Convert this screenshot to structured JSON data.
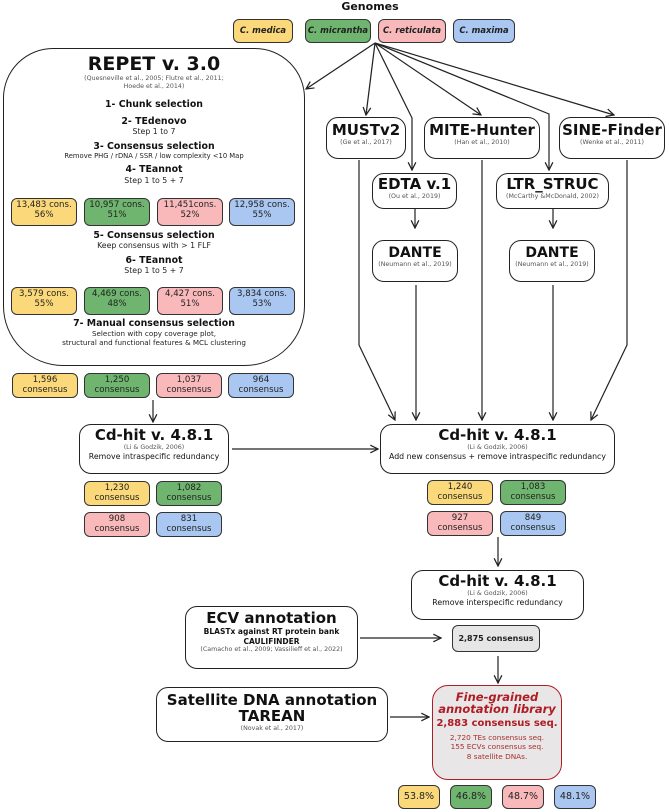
{
  "genomes": {
    "heading": "Genomes",
    "species": [
      "C. medica",
      "C. micrantha",
      "C. reticulata",
      "C. maxima"
    ]
  },
  "colors": {
    "medica": "#fbd97a",
    "micrantha": "#6fb56f",
    "reticulata": "#f9b9bb",
    "maxima": "#a9c7f0",
    "library_accent": "#b01c24"
  },
  "repet": {
    "title": "REPET v. 3.0",
    "citation_line1": "(Quesneville et al., 2005; Flutre et al., 2011;",
    "citation_line2": "Hoede et al., 2014)",
    "steps": [
      {
        "heading": "1- Chunk selection",
        "detail": ""
      },
      {
        "heading": "2- TEdenovo",
        "detail": "Step 1 to 7"
      },
      {
        "heading": "3- Consensus selection",
        "detail": "Remove PHG / rDNA / SSR / low complexity <10 Map"
      },
      {
        "heading": "4- TEannot",
        "detail": "Step 1 to 5 + 7"
      },
      {
        "heading": "5- Consensus selection",
        "detail": "Keep consensus with > 1 FLF"
      },
      {
        "heading": "6- TEannot",
        "detail": "Step 1 to 5 + 7"
      },
      {
        "heading": "7- Manual consensus selection",
        "detail_line1": "Selection with copy coverage plot,",
        "detail_line2": "structural and functional features & MCL clustering"
      }
    ],
    "teannot1": [
      {
        "count": "13,483 cons.",
        "pct": "56%"
      },
      {
        "count": "10,957 cons.",
        "pct": "51%"
      },
      {
        "count": "11,451cons.",
        "pct": "52%"
      },
      {
        "count": "12,958 cons.",
        "pct": "55%"
      }
    ],
    "teannot2": [
      {
        "count": "3,579 cons.",
        "pct": "55%"
      },
      {
        "count": "4,469 cons.",
        "pct": "48%"
      },
      {
        "count": "4,427 cons.",
        "pct": "51%"
      },
      {
        "count": "3,834 cons.",
        "pct": "53%"
      }
    ]
  },
  "repet_output": [
    {
      "count": "1,596",
      "unit": "consensus"
    },
    {
      "count": "1,250",
      "unit": "consensus"
    },
    {
      "count": "1,037",
      "unit": "consensus"
    },
    {
      "count": "964",
      "unit": "consensus"
    }
  ],
  "tools": {
    "mustv2": {
      "title": "MUSTv2",
      "citation": "(Ge et al., 2017)"
    },
    "mite_hunter": {
      "title": "MITE-Hunter",
      "citation": "(Han et al., 2010)"
    },
    "sine_finder": {
      "title": "SINE-Finder",
      "citation": "(Wenke et al., 2011)"
    },
    "edta": {
      "title": "EDTA v.1",
      "citation": "(Ou et al., 2019)"
    },
    "ltr_struc": {
      "title": "LTR_STRUC",
      "citation": "(McCarthy &McDonald, 2002)"
    },
    "dante1": {
      "title": "DANTE",
      "citation": "(Neumann et al., 2019)"
    },
    "dante2": {
      "title": "DANTE",
      "citation": "(Neumann et al., 2019)"
    }
  },
  "cdhit_left": {
    "title": "Cd-hit v. 4.8.1",
    "citation": "(Li & Godzik, 2006)",
    "detail": "Remove intraspecific redundancy",
    "outputs": [
      {
        "count": "1,230",
        "unit": "consensus"
      },
      {
        "count": "1,082",
        "unit": "consensus"
      },
      {
        "count": "908",
        "unit": "consensus"
      },
      {
        "count": "831",
        "unit": "consensus"
      }
    ]
  },
  "cdhit_right": {
    "title": "Cd-hit v. 4.8.1",
    "citation": "(Li & Godzik, 2006)",
    "detail": "Add new consensus + remove intraspecific redundancy",
    "outputs": [
      {
        "count": "1,240",
        "unit": "consensus"
      },
      {
        "count": "1,083",
        "unit": "consensus"
      },
      {
        "count": "927",
        "unit": "consensus"
      },
      {
        "count": "849",
        "unit": "consensus"
      }
    ]
  },
  "cdhit_inter": {
    "title": "Cd-hit v. 4.8.1",
    "citation": "(Li & Godzik, 2006)",
    "detail": "Remove interspecific redundancy",
    "output": "2,875 consensus"
  },
  "ecv": {
    "title": "ECV annotation",
    "line1": "BLASTx against RT protein bank",
    "line2": "CAULIFINDER",
    "citation": "(Camacho et al., 2009; Vassilieff et al., 2022)"
  },
  "satellite": {
    "title_line1": "Satellite DNA annotation",
    "title_line2": "TAREAN",
    "citation": "(Novak et al., 2017)"
  },
  "library": {
    "title_line1": "Fine-grained",
    "title_line2": "annotation library",
    "total": "2,883 consensus seq.",
    "detail_line1": "2,720 TEs consensus seq.",
    "detail_line2": "155 ECVs consensus seq.",
    "detail_line3": "8 satellite DNAs.",
    "coverage": [
      "53.8%",
      "46.8%",
      "48.7%",
      "48.1%"
    ]
  }
}
